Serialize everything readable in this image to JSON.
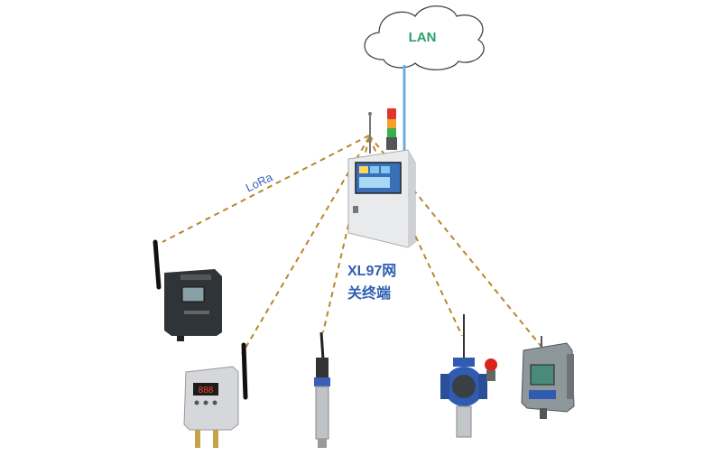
{
  "diagram": {
    "cloud_label": "LAN",
    "link_label": "LoRa",
    "gateway_label_line1": "XL97网",
    "gateway_label_line2": "关终端"
  },
  "colors": {
    "lora_link": "#b8862b",
    "lan_link": "#6aaee0",
    "label_blue": "#2f5fb0",
    "lan_text": "#2aa06a"
  }
}
